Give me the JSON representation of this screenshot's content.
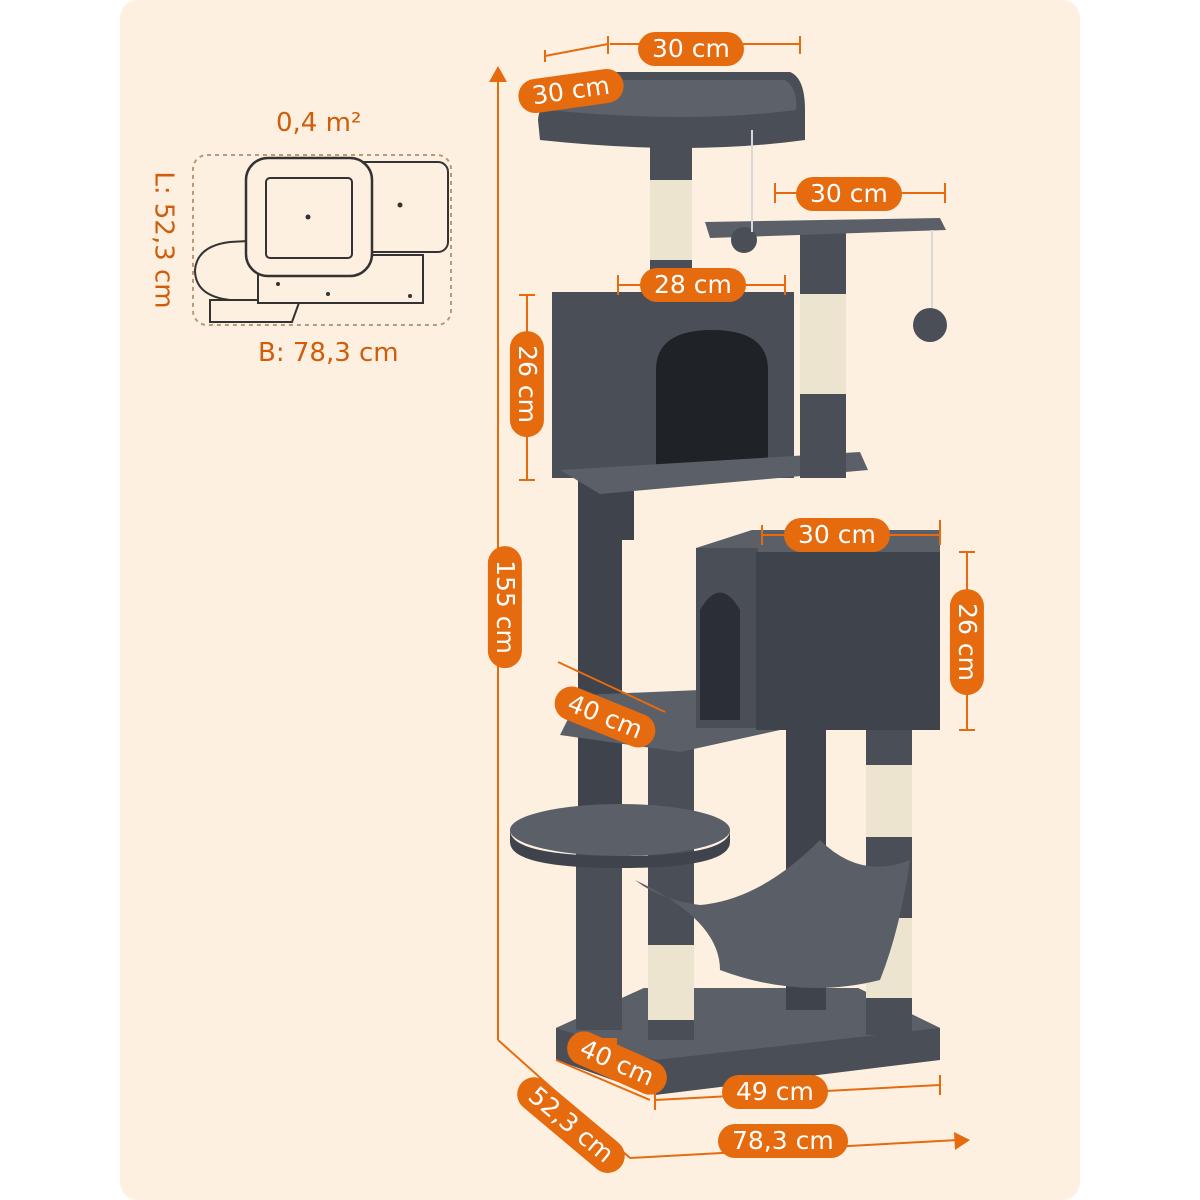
{
  "colors": {
    "background": "#fdf0e1",
    "accent": "#e66a0e",
    "fur": "#4a4e57",
    "sisal": "#ece4cf"
  },
  "footprint": {
    "area_label": "0,4 m²",
    "length_label": "L: 52,3 cm",
    "width_label": "B: 78,3 cm"
  },
  "dimensions": {
    "top_perch_width": "30 cm",
    "top_perch_depth": "30 cm",
    "right_platform_width": "30 cm",
    "upper_condo_width": "28 cm",
    "upper_condo_height": "26 cm",
    "total_height": "155 cm",
    "lower_condo_width": "30 cm",
    "lower_condo_height": "26 cm",
    "middle_platform_depth": "40 cm",
    "base_depth": "40 cm",
    "base_width": "49 cm",
    "total_depth": "52,3 cm",
    "total_width": "78,3 cm"
  }
}
